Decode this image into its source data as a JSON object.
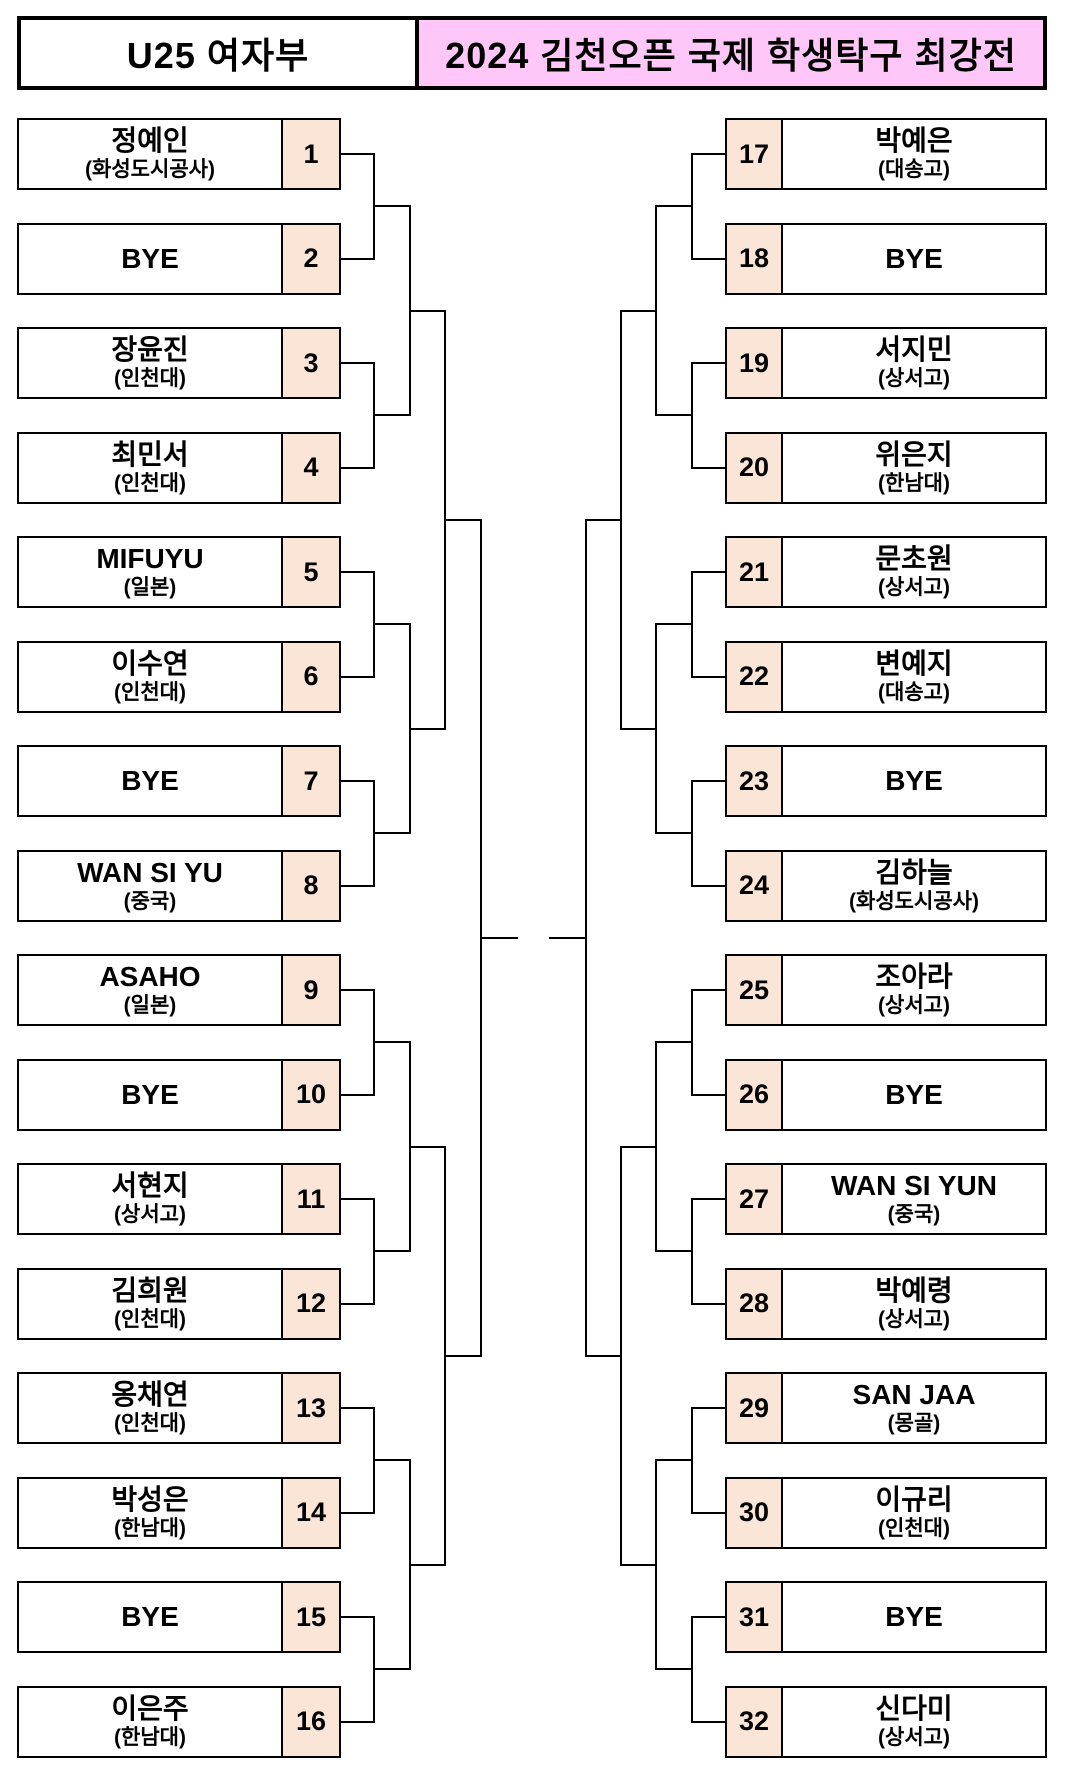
{
  "header": {
    "division": "U25 여자부",
    "title": "2024 김천오픈 국제 학생탁구 최강전"
  },
  "colors": {
    "title_bg": "#FFC7F8",
    "seed_cell_bg": "#FBE5D6",
    "line": "#000000",
    "box_border": "#000000"
  },
  "bracket": {
    "left": [
      {
        "seed": "1",
        "name": "정예인",
        "affiliation": "(화성도시공사)"
      },
      {
        "seed": "2",
        "name": "BYE",
        "affiliation": ""
      },
      {
        "seed": "3",
        "name": "장윤진",
        "affiliation": "(인천대)"
      },
      {
        "seed": "4",
        "name": "최민서",
        "affiliation": "(인천대)"
      },
      {
        "seed": "5",
        "name": "MIFUYU",
        "affiliation": "(일본)"
      },
      {
        "seed": "6",
        "name": "이수연",
        "affiliation": "(인천대)"
      },
      {
        "seed": "7",
        "name": "BYE",
        "affiliation": ""
      },
      {
        "seed": "8",
        "name": "WAN SI YU",
        "affiliation": "(중국)"
      },
      {
        "seed": "9",
        "name": "ASAHO",
        "affiliation": "(일본)"
      },
      {
        "seed": "10",
        "name": "BYE",
        "affiliation": ""
      },
      {
        "seed": "11",
        "name": "서현지",
        "affiliation": "(상서고)"
      },
      {
        "seed": "12",
        "name": "김희원",
        "affiliation": "(인천대)"
      },
      {
        "seed": "13",
        "name": "옹채연",
        "affiliation": "(인천대)"
      },
      {
        "seed": "14",
        "name": "박성은",
        "affiliation": "(한남대)"
      },
      {
        "seed": "15",
        "name": "BYE",
        "affiliation": ""
      },
      {
        "seed": "16",
        "name": "이은주",
        "affiliation": "(한남대)"
      }
    ],
    "right": [
      {
        "seed": "17",
        "name": "박예은",
        "affiliation": "(대송고)"
      },
      {
        "seed": "18",
        "name": "BYE",
        "affiliation": ""
      },
      {
        "seed": "19",
        "name": "서지민",
        "affiliation": "(상서고)"
      },
      {
        "seed": "20",
        "name": "위은지",
        "affiliation": "(한남대)"
      },
      {
        "seed": "21",
        "name": "문초원",
        "affiliation": "(상서고)"
      },
      {
        "seed": "22",
        "name": "변예지",
        "affiliation": "(대송고)"
      },
      {
        "seed": "23",
        "name": "BYE",
        "affiliation": ""
      },
      {
        "seed": "24",
        "name": "김하늘",
        "affiliation": "(화성도시공사)"
      },
      {
        "seed": "25",
        "name": "조아라",
        "affiliation": "(상서고)"
      },
      {
        "seed": "26",
        "name": "BYE",
        "affiliation": ""
      },
      {
        "seed": "27",
        "name": "WAN SI YUN",
        "affiliation": "(중국)"
      },
      {
        "seed": "28",
        "name": "박예령",
        "affiliation": "(상서고)"
      },
      {
        "seed": "29",
        "name": "SAN JAA",
        "affiliation": "(몽골)"
      },
      {
        "seed": "30",
        "name": "이규리",
        "affiliation": "(인천대)"
      },
      {
        "seed": "31",
        "name": "BYE",
        "affiliation": ""
      },
      {
        "seed": "32",
        "name": "신다미",
        "affiliation": "(상서고)"
      }
    ]
  }
}
